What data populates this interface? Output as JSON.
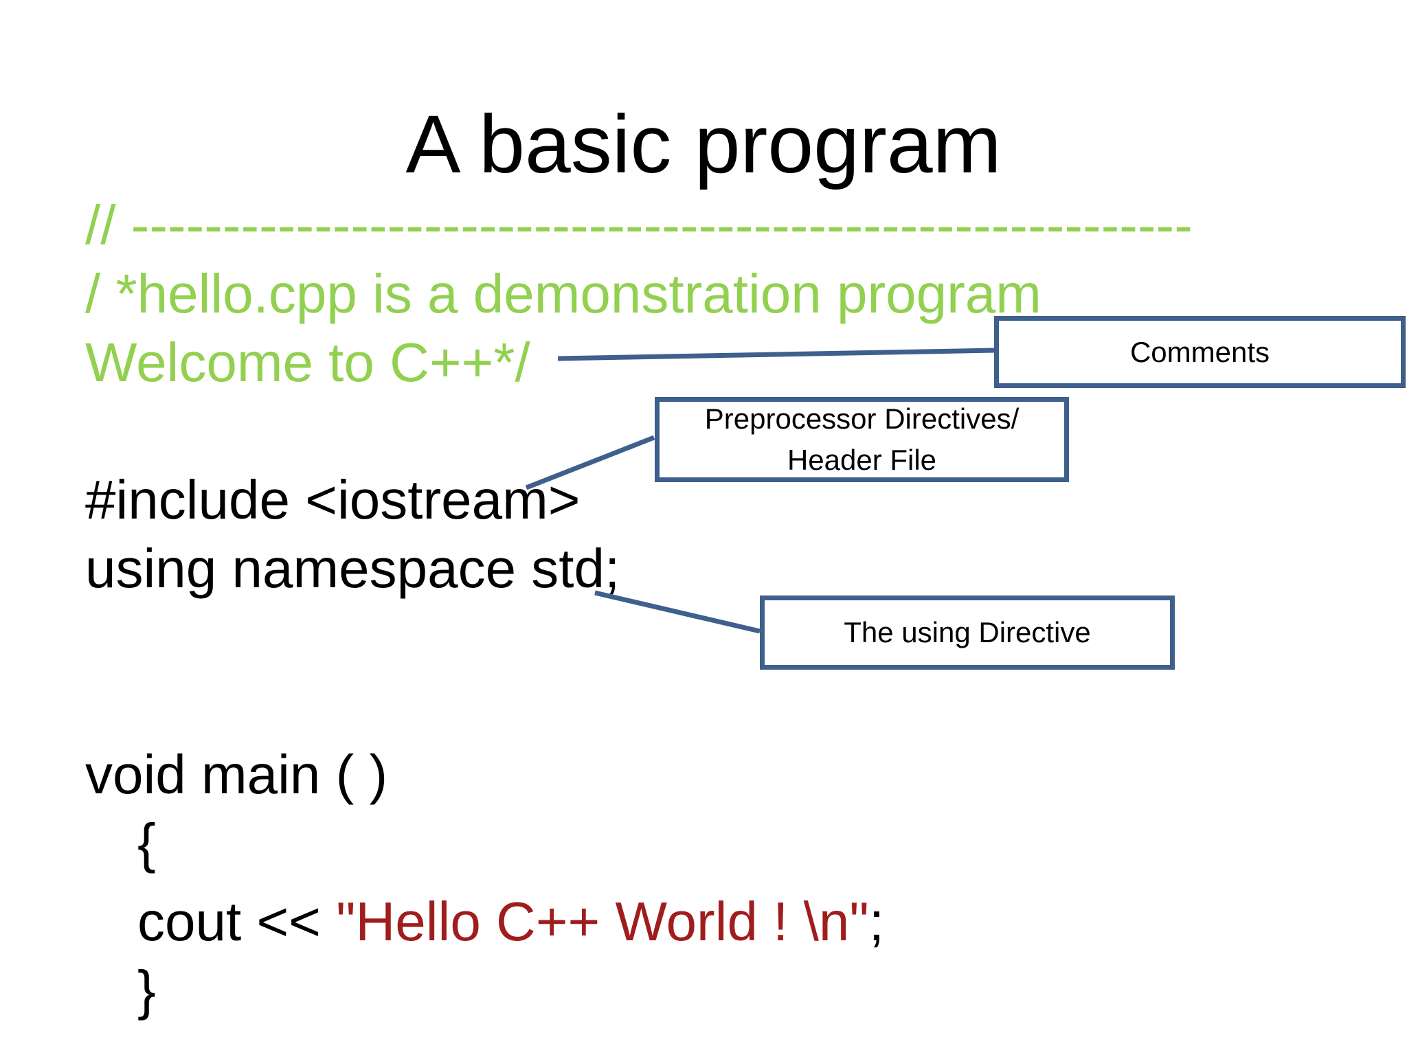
{
  "slide": {
    "title": "A basic program",
    "code": {
      "comment_line_1": "// ----------------------------------------------------------",
      "comment_line_2": "/ *hello.cpp is a demonstration program",
      "comment_line_3": "Welcome to C++*/",
      "include_line": "#include <iostream>",
      "using_line": "using namespace std;",
      "main_line": "void main ( )",
      "open_brace": "{",
      "cout_prefix": "cout << ",
      "cout_string": "\"Hello C++ World ! \\n\"",
      "cout_suffix": ";",
      "close_brace": "}"
    },
    "callouts": {
      "comments": "Comments",
      "preprocessor_line_1": "Preprocessor Directives/",
      "preprocessor_line_2": "Header File",
      "using_directive": "The using Directive"
    },
    "colors": {
      "comment": "#92d050",
      "string": "#a01d1d",
      "callout_border": "#3f5f8c"
    }
  }
}
